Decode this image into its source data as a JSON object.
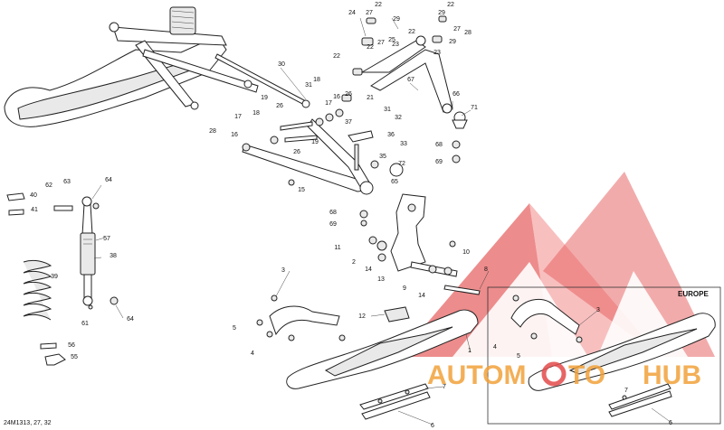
{
  "diagram": {
    "doc_id": "24M1313, 27, 32",
    "inset_title": "EUROPE",
    "watermark": {
      "text_a": "AUTOM",
      "text_b": "TO",
      "text_c": "HUB",
      "color_orange": "#f2a23a",
      "color_red": "#e34b4b"
    },
    "callouts": [
      {
        "id": "c24",
        "text": "24"
      },
      {
        "id": "c22a",
        "text": "22"
      },
      {
        "id": "c27a",
        "text": "27"
      },
      {
        "id": "c29a",
        "text": "29"
      },
      {
        "id": "c22b",
        "text": "22"
      },
      {
        "id": "c29b",
        "text": "29"
      },
      {
        "id": "c28a",
        "text": "28"
      },
      {
        "id": "c27b",
        "text": "27"
      },
      {
        "id": "c25",
        "text": "25"
      },
      {
        "id": "c22c",
        "text": "22"
      },
      {
        "id": "c27c",
        "text": "27"
      },
      {
        "id": "c29c",
        "text": "29"
      },
      {
        "id": "c23a",
        "text": "23"
      },
      {
        "id": "c22d",
        "text": "22"
      },
      {
        "id": "c23b",
        "text": "23"
      },
      {
        "id": "c21",
        "text": "21"
      },
      {
        "id": "c30",
        "text": "30"
      },
      {
        "id": "c18a",
        "text": "18"
      },
      {
        "id": "c31a",
        "text": "31"
      },
      {
        "id": "c22e",
        "text": "22"
      },
      {
        "id": "c16a",
        "text": "16"
      },
      {
        "id": "c26a",
        "text": "26"
      },
      {
        "id": "c17a",
        "text": "17"
      },
      {
        "id": "c67",
        "text": "67"
      },
      {
        "id": "c66",
        "text": "66"
      },
      {
        "id": "c71",
        "text": "71"
      },
      {
        "id": "c19a",
        "text": "19"
      },
      {
        "id": "c26b",
        "text": "26"
      },
      {
        "id": "c18b",
        "text": "18"
      },
      {
        "id": "c17b",
        "text": "17"
      },
      {
        "id": "c16b",
        "text": "16"
      },
      {
        "id": "c31b",
        "text": "31"
      },
      {
        "id": "c32",
        "text": "32"
      },
      {
        "id": "c37",
        "text": "37"
      },
      {
        "id": "c36",
        "text": "36"
      },
      {
        "id": "c33",
        "text": "33"
      },
      {
        "id": "c28b",
        "text": "28"
      },
      {
        "id": "c19b",
        "text": "19"
      },
      {
        "id": "c26c",
        "text": "26"
      },
      {
        "id": "c68a",
        "text": "68"
      },
      {
        "id": "c69a",
        "text": "69"
      },
      {
        "id": "c35",
        "text": "35"
      },
      {
        "id": "c72",
        "text": "72"
      },
      {
        "id": "c65",
        "text": "65"
      },
      {
        "id": "c15",
        "text": "15"
      },
      {
        "id": "c40",
        "text": "40"
      },
      {
        "id": "c41",
        "text": "41"
      },
      {
        "id": "c62",
        "text": "62"
      },
      {
        "id": "c63",
        "text": "63"
      },
      {
        "id": "c64a",
        "text": "64"
      },
      {
        "id": "c57",
        "text": "57"
      },
      {
        "id": "c38",
        "text": "38"
      },
      {
        "id": "c39",
        "text": "39"
      },
      {
        "id": "c61",
        "text": "61"
      },
      {
        "id": "c64b",
        "text": "64"
      },
      {
        "id": "c56",
        "text": "56"
      },
      {
        "id": "c55",
        "text": "55"
      },
      {
        "id": "c68b",
        "text": "68"
      },
      {
        "id": "c69b",
        "text": "69"
      },
      {
        "id": "c11",
        "text": "11"
      },
      {
        "id": "c2",
        "text": "2"
      },
      {
        "id": "c14a",
        "text": "14"
      },
      {
        "id": "c13",
        "text": "13"
      },
      {
        "id": "c9",
        "text": "9"
      },
      {
        "id": "c14b",
        "text": "14"
      },
      {
        "id": "c10",
        "text": "10"
      },
      {
        "id": "c8",
        "text": "8"
      },
      {
        "id": "c3a",
        "text": "3"
      },
      {
        "id": "c5a",
        "text": "5"
      },
      {
        "id": "c4a",
        "text": "4"
      },
      {
        "id": "c12",
        "text": "12"
      },
      {
        "id": "c1",
        "text": "1"
      },
      {
        "id": "c7a",
        "text": "7"
      },
      {
        "id": "c6a",
        "text": "6"
      },
      {
        "id": "c3b",
        "text": "3"
      },
      {
        "id": "c4b",
        "text": "4"
      },
      {
        "id": "c5b",
        "text": "5"
      },
      {
        "id": "c7b",
        "text": "7"
      },
      {
        "id": "c6b",
        "text": "6"
      }
    ]
  }
}
